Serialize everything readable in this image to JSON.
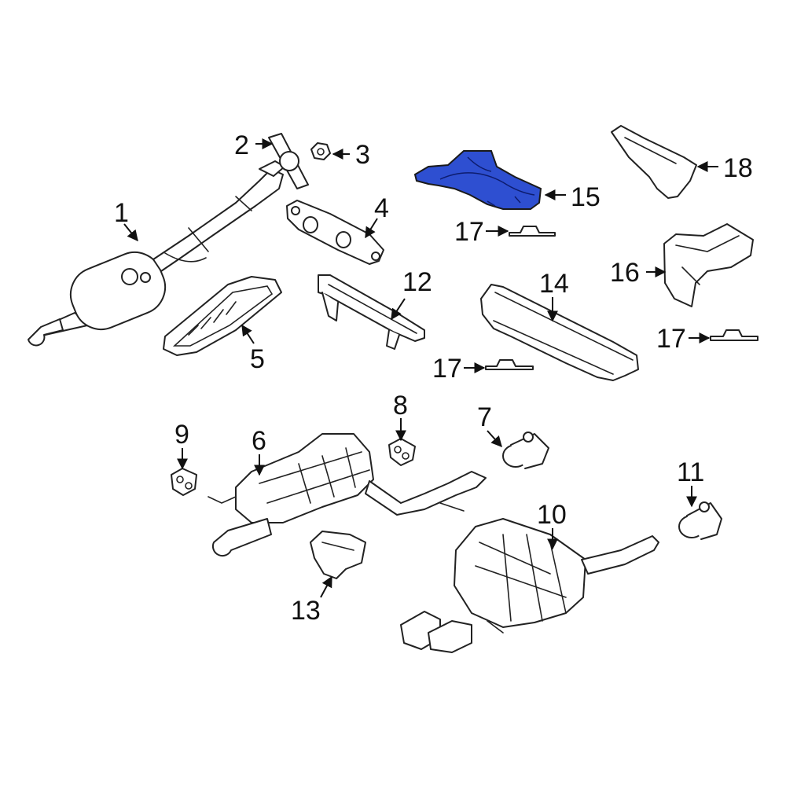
{
  "callouts": [
    {
      "id": "1",
      "label": "1"
    },
    {
      "id": "2",
      "label": "2"
    },
    {
      "id": "3",
      "label": "3"
    },
    {
      "id": "4",
      "label": "4"
    },
    {
      "id": "5",
      "label": "5"
    },
    {
      "id": "6",
      "label": "6"
    },
    {
      "id": "7",
      "label": "7"
    },
    {
      "id": "8",
      "label": "8"
    },
    {
      "id": "9",
      "label": "9"
    },
    {
      "id": "10",
      "label": "10"
    },
    {
      "id": "11",
      "label": "11"
    },
    {
      "id": "12",
      "label": "12"
    },
    {
      "id": "13",
      "label": "13"
    },
    {
      "id": "14",
      "label": "14"
    },
    {
      "id": "15",
      "label": "15"
    },
    {
      "id": "16",
      "label": "16"
    },
    {
      "id": "17a",
      "label": "17"
    },
    {
      "id": "17b",
      "label": "17"
    },
    {
      "id": "17c",
      "label": "17"
    },
    {
      "id": "18",
      "label": "18"
    }
  ],
  "highlighted_part": "15",
  "colors": {
    "highlight": "#2e4fd1",
    "line": "#222222",
    "background": "#ffffff"
  }
}
